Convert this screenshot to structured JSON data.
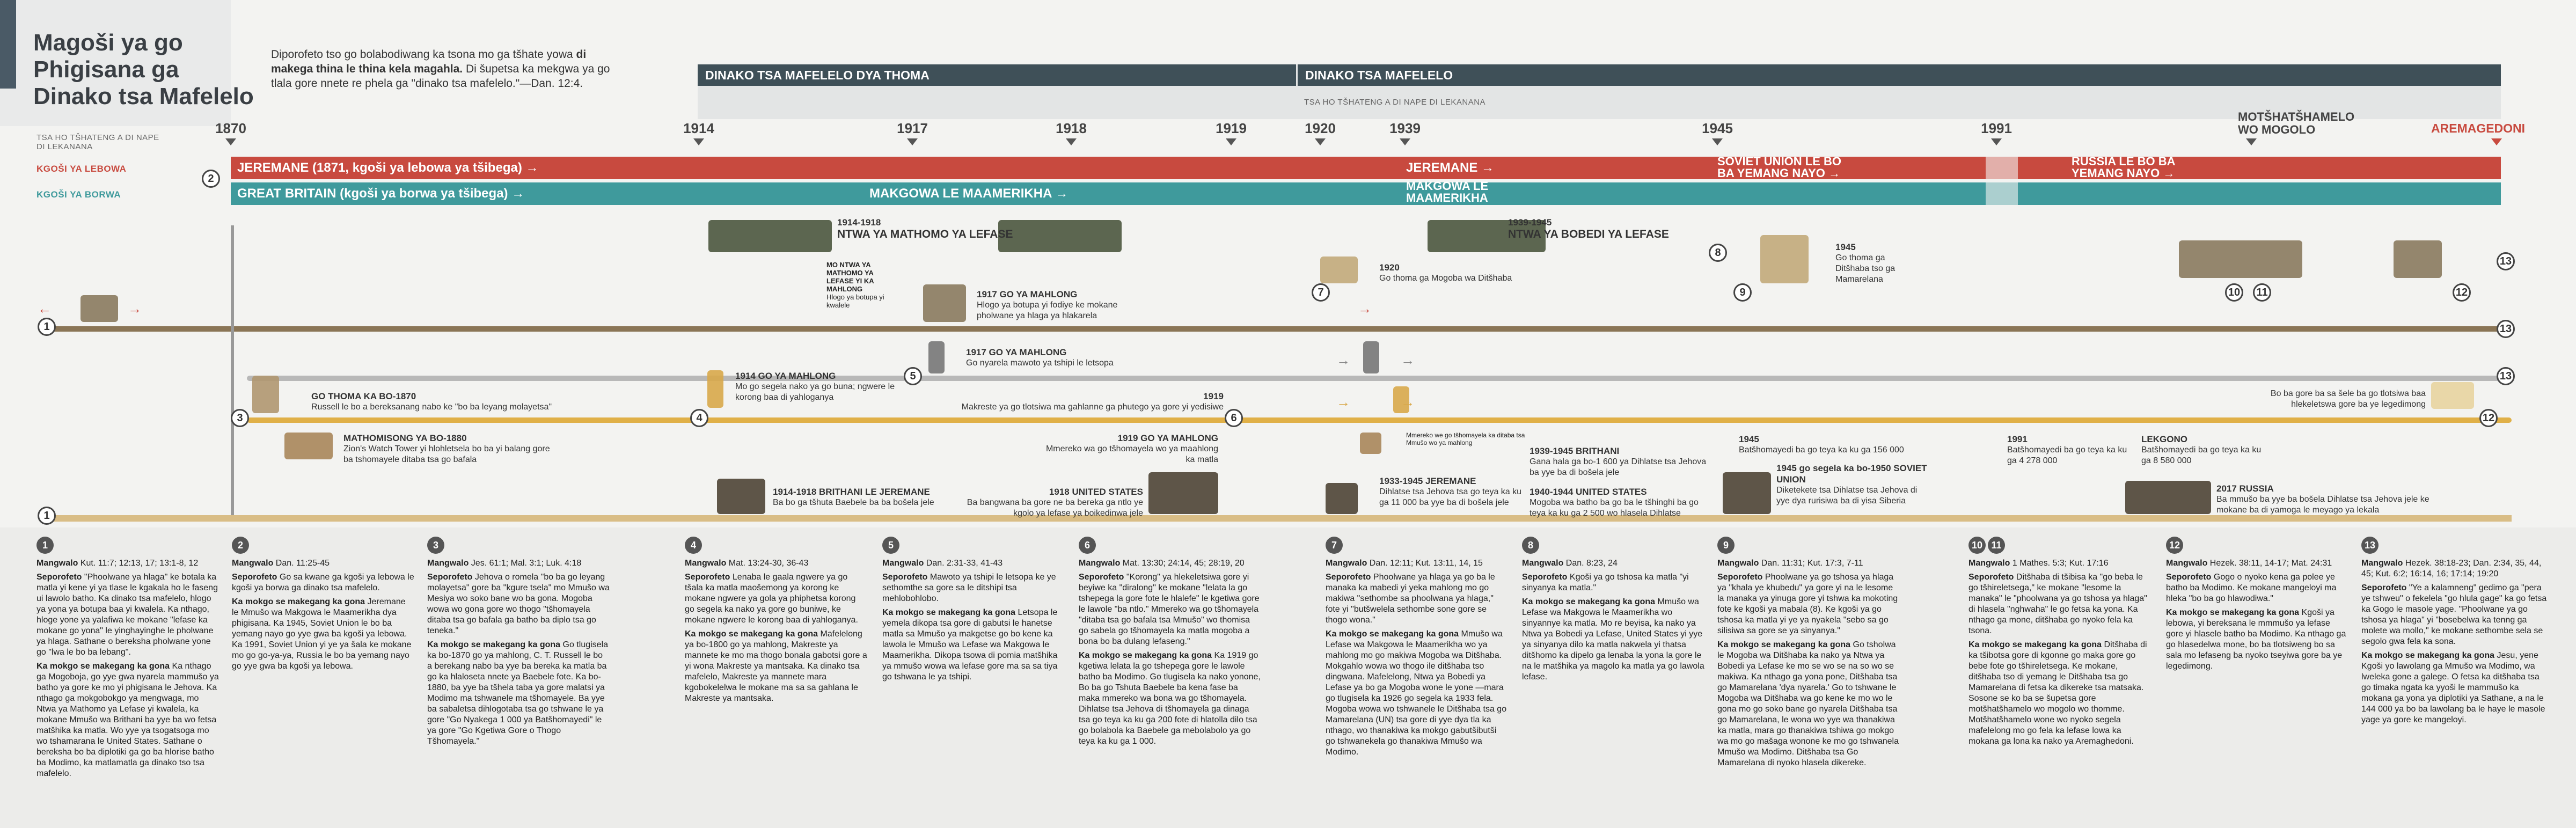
{
  "header": {
    "title_lines": [
      "Magoši ya go",
      "Phigisana ga",
      "Dinako tsa Mafelelo"
    ],
    "intro_normal": "Diporofeto tso go bolabodiwang ka tsona mo ga tšhate yowa ",
    "intro_bold": "di makega thina le thina kela magahla.",
    "intro_rest": " Di šupetsa ka mekgwa ya go tlala gore nnete re phela ga \"dinako tsa mafelelo.\"—Dan. 12:4."
  },
  "periods": [
    {
      "label": "DINAKO TSA MAFELELO DYA THOMA"
    },
    {
      "label": "DINAKO TSA MAFELELO"
    }
  ],
  "subhead_left": "TSA HO TŠHATENG A DI NAPE\nDI LEKANANA",
  "subhead_mid": "TSA HO TŠHATENG A DI NAPE DI LEKANANA",
  "years": [
    "1870",
    "1914",
    "1917",
    "1918",
    "1919",
    "1920",
    "1939",
    "1945",
    "1991",
    "MOTŠHATŠHAMELO WO MOGOLO",
    "AREMAGEDONI"
  ],
  "bands": {
    "red_label": "KGOŠI YA LEBOWA",
    "teal_label": "KGOŠI YA BORWA",
    "red_segments": [
      "JEREMANE (1871, kgoši ya lebowa ya tšibega) →",
      "JEREMANE →",
      "SOVIET UNION LE BO BA YEMANG NAYO →",
      "RUSSIA LE BO BA YEMANG NAYO →"
    ],
    "teal_segments": [
      "GREAT BRITAIN (kgoši ya borwa ya tšibega) →",
      "MAKGOWA LE MAAMERIKHA →",
      "MAKGOWA LE MAAMERIKHA"
    ]
  },
  "circles": [
    "1",
    "2",
    "3",
    "4",
    "5",
    "6",
    "7",
    "8",
    "9",
    "10",
    "11",
    "12",
    "13"
  ],
  "notes": [
    {
      "title": "1914-1918",
      "subtitle": "NTWA YA MATHOMO YA LEFASE"
    },
    {
      "title": "1939-1945",
      "subtitle": "NTWA YA BOBEDI YA LEFASE"
    },
    {
      "title": "MO NTWA YA MATHOMO YA LEFASE YI KA MAHLONG",
      "text": "Hlogo ya botupa yi kwalele"
    },
    {
      "title": "1917 GO YA MAHLONG",
      "text": "Hlogo ya botupa yi fodiye ke mokane pholwane ya hlaga ya hlakarela"
    },
    {
      "title": "1920",
      "text": "Go thoma ga Mogoba wa Ditšhaba"
    },
    {
      "title": "1945",
      "text": "Go thoma ga Ditšhaba tso ga Mamarelana"
    },
    {
      "title": "GO THOMA KA BO-1870",
      "text": "Russell le bo a bereksanang nabo ke \"bo ba leyang molayetsa\""
    },
    {
      "title": "1914 GO YA MAHLONG",
      "text": "Mo go segela nako ya go buna; ngwere le korong baa di yahloganya"
    },
    {
      "title": "1917 GO YA MAHLONG",
      "text": "Go nyarela mawoto ya tshipi le letsopa"
    },
    {
      "title": "1919",
      "text": "Makreste ya go tlotsiwa ma gahlanne ga phutego ya gore yi yedisiwe"
    },
    {
      "title": "MATHOMISONG YA BO-1880",
      "text": "Zion's Watch Tower yi hlohletsela bo ba yi balang gore ba tshomayele ditaba tsa go bafala"
    },
    {
      "title": "1919 GO YA MAHLONG",
      "text": "Mmereko wa go tšhomayela wo ya maahlong ka matla"
    },
    {
      "title": "1914-1918 BRITHANI LE JEREMANE",
      "text": "Ba bo ga tšhuta Baebele ba ba bošela jele"
    },
    {
      "title": "1918 UNITED STATES",
      "text": "Ba bangwana ba gore ne ba bereka ga ntlo ye kgolo ya lefase ya boikedinwa jele"
    },
    {
      "title": "1933-1945 JEREMANE",
      "text": "Dihlatse tsa Jehova tsa go teya ka ku ga 11 000 ba yye ba di bošela jele"
    },
    {
      "title": "1939-1945 BRITHANI",
      "text": "Gana hala ga bo-1 600 ya Dihlatse tsa Jehova ba yye ba di bošela jele"
    },
    {
      "title": "1940-1944 UNITED STATES",
      "text": "Mogoba wa batho ba go ba le tšhinghi ba go teya ka ku ga 2 500 wo hlasela Dihlatse"
    },
    {
      "title": "1945",
      "text": "Batšhomayedi ba go teya ka ku ga 156 000"
    },
    {
      "title": "1945 go segela ka bo-1950 SOVIET UNION",
      "text": "Diketekete tsa Dihlatse tsa Jehova di yye dya rurisiwa ba di yisa Siberia"
    },
    {
      "title": "1991",
      "text": "Batšhomayedi ba go teya ka ku ga 4 278 000"
    },
    {
      "title": "LEKGONO",
      "text": "Batšhomayedi ba go teya ka ku ga 8 580 000"
    },
    {
      "title": "2017 RUSSIA",
      "text": "Ba mmušo ba yye ba bošela Dihlatse tsa Jehova jele ke mokane ba di yamoga le meyago ya lekala"
    },
    {
      "text": "Bo ba gore ba sa šele ba go tlotsiwa baa hlekeletswa gore ba ye legedimong"
    },
    {
      "text": "Mmereko we go tšhomayela ka ditaba tsa Mmušo wo ya mahlong"
    }
  ],
  "columns": [
    {
      "nums": [
        "1"
      ],
      "ref_label": "Mangwalo",
      "ref": "Kut. 11:7; 12:13, 17; 13:1-8, 12",
      "p1_label": "Seporofeto",
      "p1": "\"Phoolwane ya hlaga\" ke botala ka matla yi kene yi ya tlase le kgakala ho le faseng ui lawolo batho. Ka dinako tsa mafelelo, hlogo ya yona ya botupa baa yi kwalela. Ka nthago, hloge yone ya yalafiwa ke mokane \"lefase ka mokane go yona\" le yinghayinghe le pholwane ya hlaga. Sathane o bereksha pholwane yone go \"lwa le bo ba lebang\".",
      "p2_label": "Ka mokgo se makegang ka gona",
      "p2": "Ka nthago ga Mogoboja, go yye gwa nyarela mammušo ya batho ya gore ke mo yi phigisana le Jehova. Ka nthago ga mokgobokgo ya mengwaga, mo Ntwa ya Mathomo ya Lefase yi kwalela, ka mokane Mmušo wa Brithani ba yye ba wo fetsa matšhika ka matla. Wo yye ya tsogatsoga mo wo tshamarana le United States. Sathane o bereksha bo ba diplotiki ga go ba hlorise batho ba Modimo, ka matlamatla ga dinako tso tsa mafelelo."
    },
    {
      "nums": [
        "2"
      ],
      "ref_label": "Mangwalo",
      "ref": "Dan. 11:25-45",
      "p1_label": "Seporofeto",
      "p1": "Go sa kwane ga kgoši ya lebowa le kgoši ya borwa ga dinako tsa mafelelo.",
      "p2_label": "Ka mokgo se makegang ka gona",
      "p2": "Jeremane le Mmušo wa Makgowa le Maamerikha dya phigisana. Ka 1945, Soviet Union le bo ba yemang nayo go yye gwa ba kgoši ya lebowa. Ka 1991, Soviet Union yi ye ya šala ke mokane mo go go-ya-ya, Russia le bo ba yemang nayo go yye gwa ba kgoši ya lebowa."
    },
    {
      "nums": [
        "3"
      ],
      "ref_label": "Mangwalo",
      "ref": "Jes. 61:1; Mal. 3:1; Luk. 4:18",
      "p1_label": "Seporofeto",
      "p1": "Jehova o romela \"bo ba go leyang molayetsa\" gore ba \"kgure tsela\" mo Mmušo wa Mesiya wo soko bane wo ba gona. Mogoba wowa wo gona gore wo thogo \"tšhomayela ditaba tsa go bafala ga batho ba diplo tsa go teneka.\"",
      "p2_label": "Ka mokgo se makegang ka gona",
      "p2": "Go tlugisela ka bo-1870 go ya mahlong, C. T. Russell le bo a berekang nabo ba yye ba bereka ka matla ba go ka hlaloseta nnete ya Baebele fote. Ka bo-1880, ba yye ba tšhela taba ya gore malatsi ya Modimo ma tshwanele ma tšhomayele. Ba yye ba sabaletsa dihlogotaba tsa go tshwane le ya gore \"Go Nyakega 1 000 ya Batšhomayedi\" le ya gore \"Go Kgetiwa Gore o Thogo Tšhomayela.\""
    },
    {
      "nums": [
        "4"
      ],
      "ref_label": "Mangwalo",
      "ref": "Mat. 13:24-30, 36-43",
      "p1_label": "Seporofeto",
      "p1": "Lenaba le gaala ngwere ya go tšala ka matla maošemong ya korong ke mokane ngwere ya gola ya phiphetsa korong go segela ka nako ya gore go buniwe, ke mokane ngwere le korong baa di yahloganya.",
      "p2_label": "Ka mokgo se makegang ka gona",
      "p2": "Mafelelong ya bo-1800 go ya mahlong, Makreste ya mannete ke mo ma thogo bonala gabotsi gore a yi wona Makreste ya mantsaka. Ka dinako tsa mafelelo, Makreste ya mannete mara kgobokelelwa le mokane ma sa sa gahlana le Makreste ya mantsaka."
    },
    {
      "nums": [
        "5"
      ],
      "ref_label": "Mangwalo",
      "ref": "Dan. 2:31-33, 41-43",
      "p1_label": "Seporofeto",
      "p1": "Mawoto ya tshipi le letsopa ke ye sethomthe sa gore sa le ditshipi tsa mehlobohlobo.",
      "p2_label": "Ka mokgo se makegang ka gona",
      "p2": "Letsopa le yemela dikopa tsa gore di gabutsi le hanetse matla sa Mmušo ya makgetse go bo kene ka lawola le Mmušo wa Lefase wa Makgowa le Maamerikha. Dikopa tsowa di pomia matšhika ya mmušo wowa wa lefase gore ma sa sa tiya go tshwana le ya tshipi."
    },
    {
      "nums": [
        "6"
      ],
      "ref_label": "Mangwalo",
      "ref": "Mat. 13:30; 24:14, 45; 28:19, 20",
      "p1_label": "Seporofeto",
      "p1": "\"Korong\" ya hlekeletsiwa gore yi beyiwe ka \"diralong\" ke mokane \"lelata la go tshepega la gore fote le hlalefe\" le kgetiwa gore le lawole \"ba ntlo.\" Mmereko wa go tšhomayela \"ditaba tsa go bafala tsa Mmušo\" wo thomisa go sabela go tšhomayela ka matla mogoba a bona bo ba dulang lefaseng.\"",
      "p2_label": "Ka mokgo se makegang ka gona",
      "p2": "Ka 1919 go kgetiwa lelata la go tshepega gore le lawole batho ba Modimo. Go tlugisela ka nako yonone, Bo ba go Tshuta Baebele ba kena fase ba maka mmereko wa bona wa go tšhomayela. Dihlatse tsa Jehova di tšhomayela ga dinaga tsa go teya ka ku ga 200 fote di hlatolla dilo tsa go bolabola ka Baebele ga mebolabolo ya go teya ka ku ga 1 000."
    },
    {
      "nums": [
        "7"
      ],
      "ref_label": "Mangwalo",
      "ref": "Dan. 12:11; Kut. 13:11, 14, 15",
      "p1_label": "Seporofeto",
      "p1": "Phoolwane ya hlaga ya go ba le manaka ka mabedi yi yeka mahlong mo go makiwa \"sethombe sa phoolwana ya hlaga,\" fote yi \"butšwelela sethombe sone gore se thogo wona.\"",
      "p2_label": "Ka mokgo se makegang ka gona",
      "p2": "Mmušo wa Lefase wa Makgowa le Maamerikha wo ya mahlong mo go makiwa Mogoba wa Ditšhaba. Mokgahlo wowa wo thogo ile ditšhaba tso dingwana. Mafelelong, Ntwa ya Bobedi ya Lefase ya bo ga Mogoba wone le yone —mara go tlugisela ka 1926 go segela ka 1933 fela. Mogoba wowa wo tshwanele le Ditšhaba tsa go Mamarelana (UN) tsa gore di yye dya tla ka nthago, wo thanakiwa ka mokgo gabutšibutši go tshwanekela go thanakiwa Mmušo wa Modimo."
    },
    {
      "nums": [
        "8"
      ],
      "ref_label": "Mangwalo",
      "ref": "Dan. 8:23, 24",
      "p1_label": "Seporofeto",
      "p1": "Kgoši ya go tshosa ka matla \"yi sinyanya ka matla.\"",
      "p2_label": "Ka mokgo se makegang ka gona",
      "p2": "Mmušo wa Lefase wa Makgowa le Maamerikha wo sinyannye ka matla. Mo re beyisa, ka nako ya Ntwa ya Bobedi ya Lefase, United States yi yye ya sinyanya dilo ka matla nakwela yi thatsa ditšhomo ka dipelo ga lenaba la yona la gore le na le matšhika ya magolo ka matla ya go lawola lefase."
    },
    {
      "nums": [
        "9"
      ],
      "ref_label": "Mangwalo",
      "ref": "Dan. 11:31; Kut. 17:3, 7-11",
      "p1_label": "Seporofeto",
      "p1": "Phoolwane ya go tshosa ya hlaga ya \"khala ye khubedu\" ya gore yi na le lesome la manaka ya yinuga gore yi tshwa ka mokoting fote ke kgoši ya mabala (8). Ke kgoši ya go tshosa ka matla yi ye ya nyakela \"sebo sa go silisiwa sa gore se ya sinyanya.\"",
      "p2_label": "Ka mokgo se makegang ka gona",
      "p2": "Go tsholwa le Mogoba wa Ditšhaba ka nako ya Ntwa ya Bobedi ya Lefase ke mo se wo se na so wo se makiwa. Ka nthago ga yona pone, Ditšhaba tsa go Mamarelana 'dya nyarela.' Go to tshwane le Mogoba wa Ditšhaba wa go kene ke mo wo le gona mo go soko bane go nyarela Ditšhaba tsa go Mamarelana, le wona wo yye wa thanakiwa ka matla, mara go thanakiwa tshiwa go mokgo wa mo go mašaga wonone ke mo go tshwanela Mmušo wa Modimo. Ditšhaba tsa Go Mamarelana di nyoko hlasela dikereke."
    },
    {
      "nums": [
        "10",
        "11"
      ],
      "ref_label": "Mangwalo",
      "ref": "1 Mathes. 5:3; Kut. 17:16",
      "p1_label": "Seporofeto",
      "p1": "Ditšhaba di tšibisa ka \"go beba le go tšhireletsega,\" ke mokane \"lesome la manaka\" le \"phoolwana ya go tshosa ya hlaga\" di hlasela \"nghwaha\" le go fetsa ka yona. Ka nthago ga mone, ditšhaba go nyoko fela ka tsona.",
      "p2_label": "Ka mokgo se makegang ka gona",
      "p2": "Ditšhaba di ka tšibotsa gore di kgonne go maka gore go bebe fote go tšhireletsega. Ke mokane, ditšhaba tso di yemang le Ditšhaba tsa go Mamarelana di fetsa ka dikereke tsa matsaka. Sosone se ko ba se šupetsa gore motšhatšhamelo wo mogolo wo thomme. Motšhatšhamelo wone wo nyoko segela mafelelong mo go fela ka lefase lowa ka mokana ga lona ka nako ya Aremaghedoni."
    },
    {
      "nums": [
        "12"
      ],
      "ref_label": "Mangwalo",
      "ref": "Hezek. 38:11, 14-17; Mat. 24:31",
      "p1_label": "Seporofeto",
      "p1": "Gogo o nyoko kena ga polee ye batho ba Modimo. Ke mokane mangeloyi ma hleka \"bo ba go hlawodiwa.\"",
      "p2_label": "Ka mokgo se makegang ka gona",
      "p2": "Kgoši ya lebowa, yi bereksana le mmmušo ya lefase gore yi hlasele batho ba Modimo. Ka nthago ga go hlasedelwa mone, bo ba tlotsiweng bo sa sala mo lefaseng ba nyoko tseyiwa gore ba ye legedimong."
    },
    {
      "nums": [
        "13"
      ],
      "ref_label": "Mangwalo",
      "ref": "Hezek. 38:18-23; Dan. 2:34, 35, 44, 45; Kut. 6:2; 16:14, 16; 17:14; 19:20",
      "p1_label": "Seporofeto",
      "p1": "\"Ye a kalamneng\" gedimo ga \"pera ye tshweu\" o fekelela \"go hlula gage\" ka go fetsa ka Gogo le masole yage. \"Phoolwane ya go tshosa ya hlaga\" yi \"bosebelwa ka tenng ga molete wa mollo,\" ke mokane sethombe sela se segolo gwa fela ka sona.",
      "p2_label": "Ka mokgo se makegang ka gona",
      "p2": "Jesu, yene Kgoši yo lawolang ga Mmušo wa Modimo, wa lweleka gone a galege. O fetsa ka ditšhaba tsa go timaka ngata ka yyoši le mammušo ka mokana ga yona ya diplotiki ya Sathane, a na le 144 000 ya bo ba lawolang ba le haye le masole yage ya gore ke mangeloyi."
    }
  ]
}
